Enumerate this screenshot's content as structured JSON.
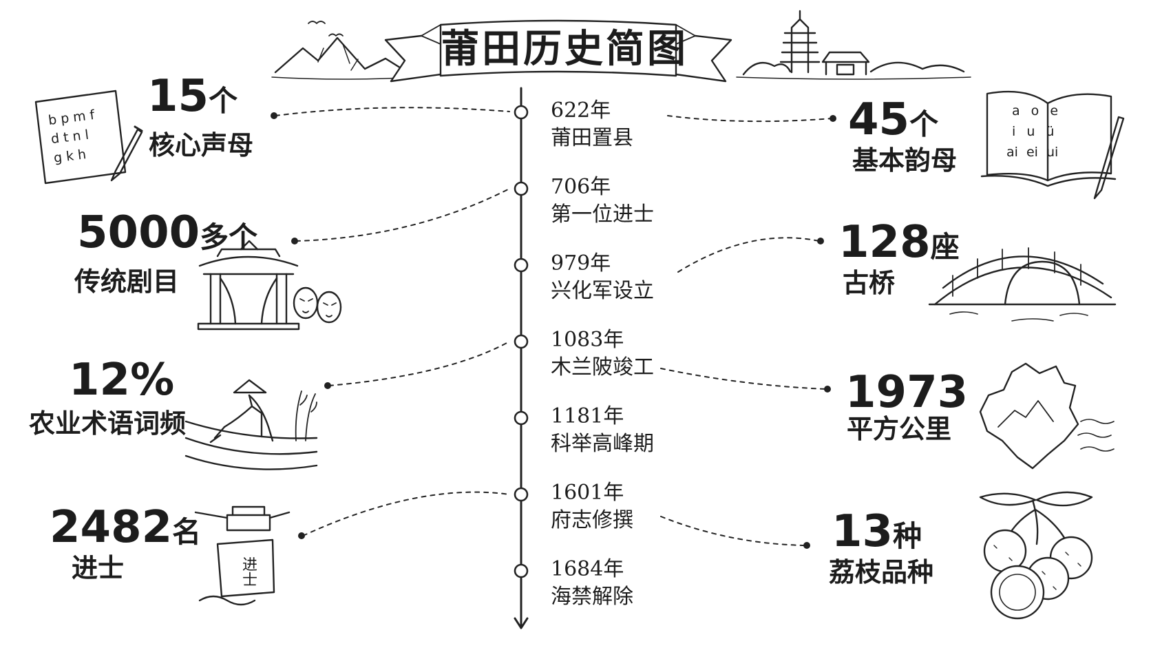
{
  "title": "莆田历史简图",
  "timeline": [
    {
      "year": "622年",
      "event": "莆田置县"
    },
    {
      "year": "706年",
      "event": "第一位进士"
    },
    {
      "year": "979年",
      "event": "兴化军设立"
    },
    {
      "year": "1083年",
      "event": "木兰陂竣工"
    },
    {
      "year": "1181年",
      "event": "科举高峰期"
    },
    {
      "year": "1601年",
      "event": "府志修撰"
    },
    {
      "year": "1684年",
      "event": "海禁解除"
    }
  ],
  "left_stats": [
    {
      "value": "15",
      "unit": "个",
      "label": "核心声母",
      "icon": "pinyin-initials-card-icon",
      "letters": [
        "b p m f",
        "d t n l",
        "g k h"
      ]
    },
    {
      "value": "5000",
      "unit": "多个",
      "label": "传统剧目",
      "icon": "opera-stage-icon"
    },
    {
      "value": "12%",
      "unit": "",
      "label": "农业术语词频",
      "icon": "farmer-field-icon"
    },
    {
      "value": "2482",
      "unit": "名",
      "label": "进士",
      "icon": "scroll-hat-icon",
      "scroll_text": "进士"
    }
  ],
  "right_stats": [
    {
      "value": "45",
      "unit": "个",
      "label": "基本韵母",
      "icon": "open-book-icon",
      "letters": [
        "a o e",
        "i u ü",
        "ai ei ui"
      ]
    },
    {
      "value": "128",
      "unit": "座",
      "label": "古桥",
      "icon": "stone-bridge-icon"
    },
    {
      "value": "1973",
      "unit": "",
      "label": "平方公里",
      "icon": "map-outline-icon"
    },
    {
      "value": "13",
      "unit": "种",
      "label": "荔枝品种",
      "icon": "lychee-icon"
    }
  ]
}
